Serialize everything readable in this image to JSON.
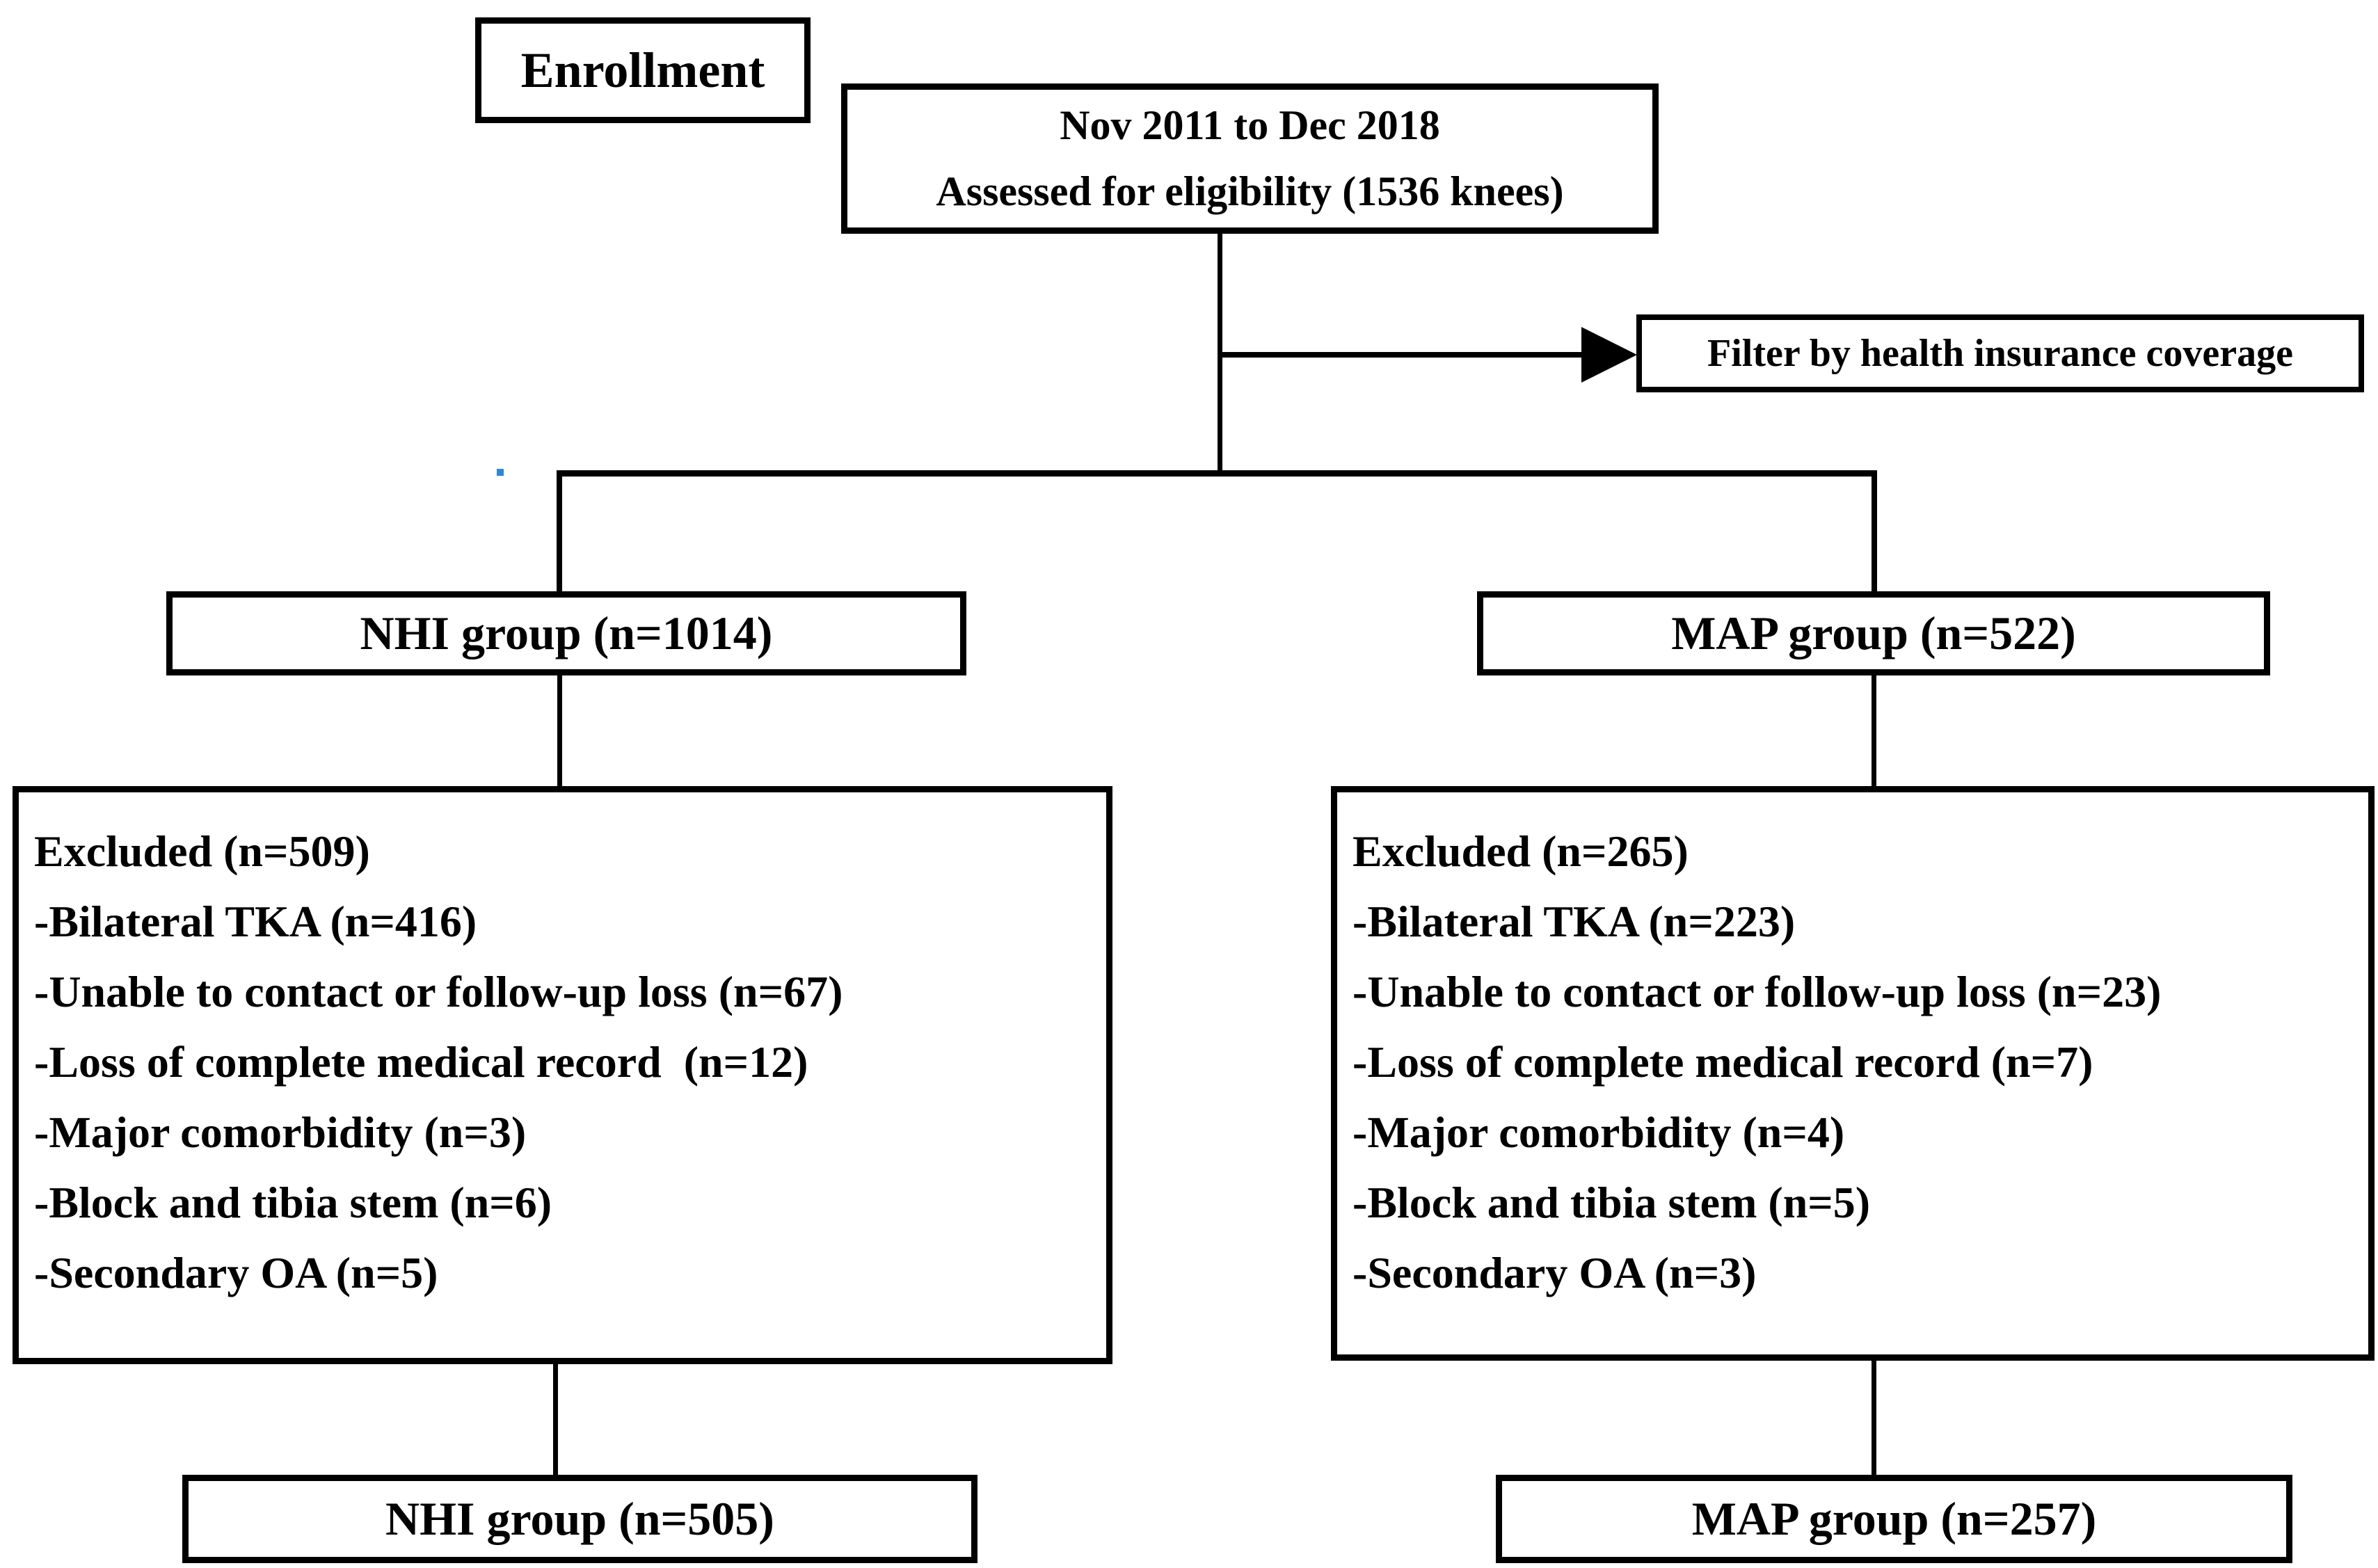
{
  "flowchart": {
    "colors": {
      "line": "#000000",
      "background": "#ffffff",
      "stray_dot": "#2e86de"
    },
    "enrollment_box": {
      "label": "Enrollment"
    },
    "eligibility_box": {
      "period": "Nov 2011 to Dec 2018",
      "assessed": "Assessed for eligibility (1536 knees)"
    },
    "filter_box": {
      "label": "Filter by health insurance coverage"
    },
    "nhi_group_box": {
      "label": "NHI group (n=1014)"
    },
    "map_group_box": {
      "label": "MAP group (n=522)"
    },
    "nhi_excluded_box": {
      "title": "Excluded (n=509)",
      "items": [
        "-Bilateral TKA (n=416)",
        "-Unable to contact or follow-up loss (n=67)",
        "-Loss of complete medical record  (n=12)",
        "-Major comorbidity (n=3)",
        "-Block and tibia stem (n=6)",
        "-Secondary OA (n=5)"
      ]
    },
    "map_excluded_box": {
      "title": "Excluded (n=265)",
      "items": [
        "-Bilateral TKA (n=223)",
        "-Unable to contact or follow-up loss (n=23)",
        "-Loss of complete medical record (n=7)",
        "-Major comorbidity (n=4)",
        "-Block and tibia stem (n=5)",
        "-Secondary OA (n=3)"
      ]
    },
    "nhi_final_box": {
      "label": "NHI group (n=505)"
    },
    "map_final_box": {
      "label": "MAP group (n=257)"
    }
  }
}
